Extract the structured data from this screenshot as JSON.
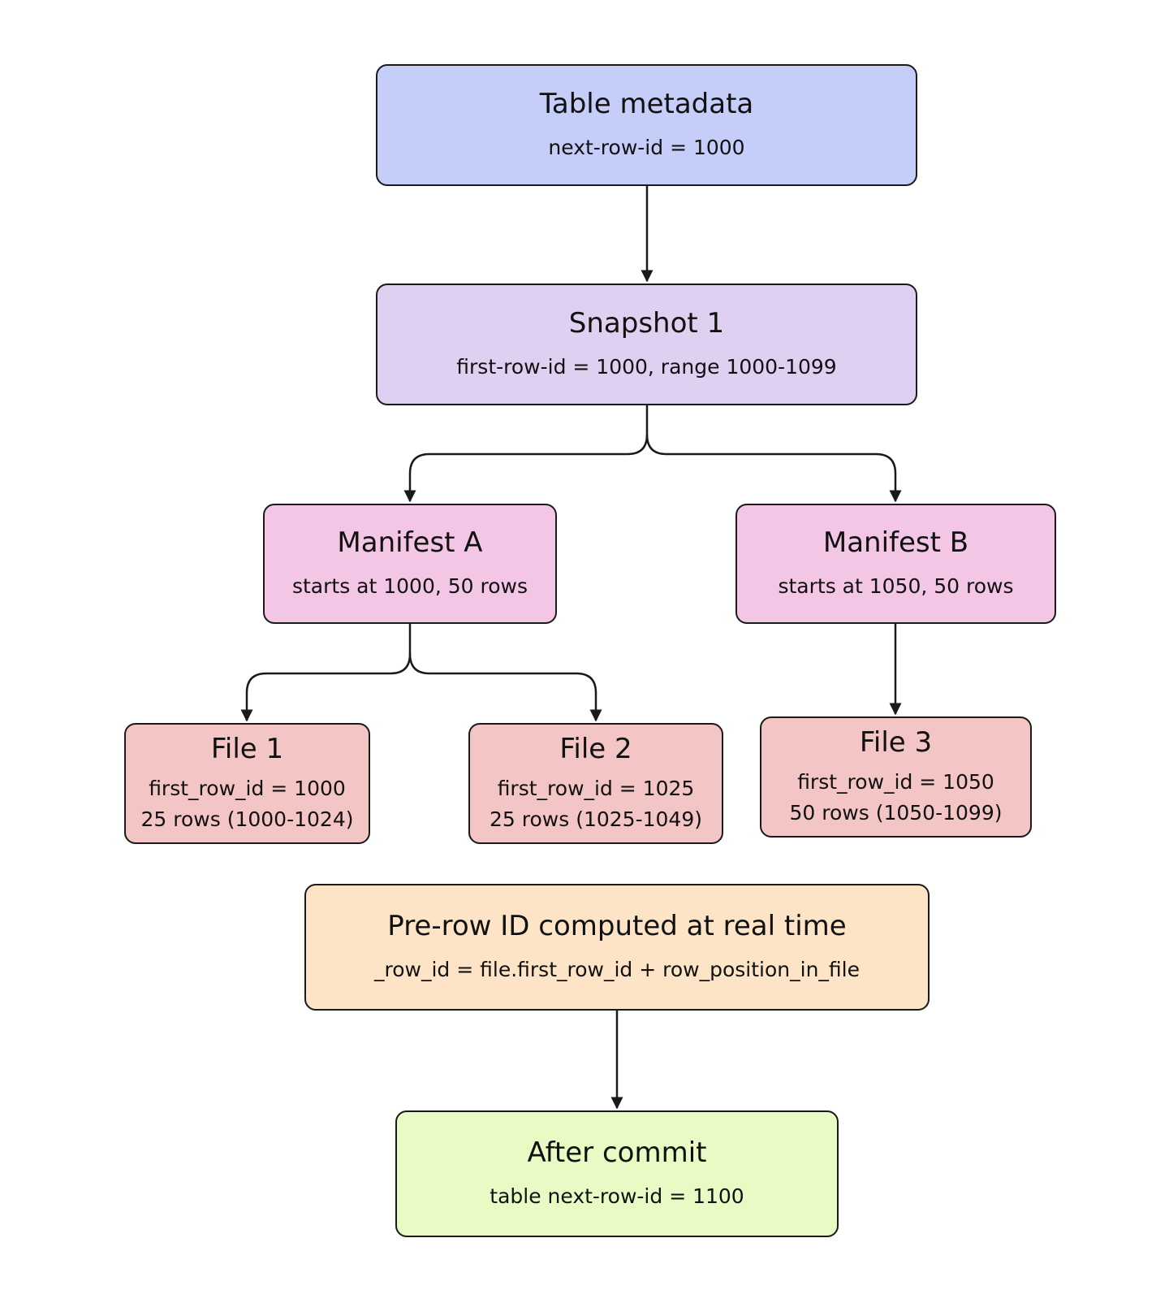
{
  "colors": {
    "metadata": "#c5cdf9",
    "snapshot": "#dfcff1",
    "manifest": "#f4c6e6",
    "file": "#f4c5c5",
    "computed": "#fde4c7",
    "commit": "#e8fbc4",
    "stroke": "#1a1a1a"
  },
  "nodes": {
    "table_metadata": {
      "title": "Table metadata",
      "lines": [
        "next-row-id = 1000"
      ]
    },
    "snapshot_1": {
      "title": "Snapshot 1",
      "lines": [
        "first-row-id = 1000, range 1000-1099"
      ]
    },
    "manifest_a": {
      "title": "Manifest A",
      "lines": [
        "starts at 1000, 50 rows"
      ]
    },
    "manifest_b": {
      "title": "Manifest B",
      "lines": [
        "starts at 1050, 50 rows"
      ]
    },
    "file_1": {
      "title": "File 1",
      "lines": [
        "first_row_id = 1000",
        "25 rows (1000-1024)"
      ]
    },
    "file_2": {
      "title": "File 2",
      "lines": [
        "first_row_id = 1025",
        "25 rows (1025-1049)"
      ]
    },
    "file_3": {
      "title": "File 3",
      "lines": [
        "first_row_id = 1050",
        "50 rows (1050-1099)"
      ]
    },
    "computed": {
      "title": "Pre-row ID computed at real time",
      "lines": [
        "_row_id = file.first_row_id + row_position_in_file"
      ]
    },
    "after_commit": {
      "title": "After commit",
      "lines": [
        "table next-row-id = 1100"
      ]
    }
  },
  "edges": [
    {
      "from": "table_metadata",
      "to": "snapshot_1"
    },
    {
      "from": "snapshot_1",
      "to": "manifest_a"
    },
    {
      "from": "snapshot_1",
      "to": "manifest_b"
    },
    {
      "from": "manifest_a",
      "to": "file_1"
    },
    {
      "from": "manifest_a",
      "to": "file_2"
    },
    {
      "from": "manifest_b",
      "to": "file_3"
    },
    {
      "from": "computed",
      "to": "after_commit"
    }
  ]
}
